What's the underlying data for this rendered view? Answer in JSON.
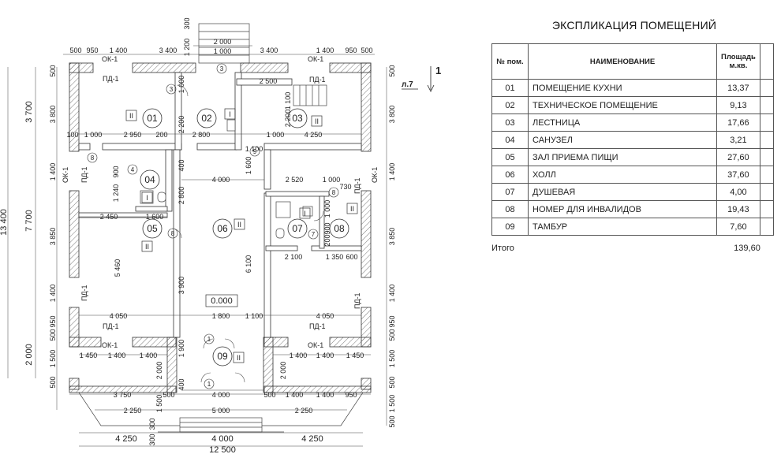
{
  "explication": {
    "title": "ЭКСПЛИКАЦИЯ ПОМЕЩЕНИЙ",
    "col_num": "№ пом.",
    "col_name": "НАИМЕНОВАНИЕ",
    "col_area": "Площадь м.кв.",
    "rows": [
      {
        "num": "01",
        "name": "ПОМЕЩЕНИЕ КУХНИ",
        "area": "13,37"
      },
      {
        "num": "02",
        "name": "ТЕХНИЧЕСКОЕ ПОМЕЩЕНИЕ",
        "area": "9,13"
      },
      {
        "num": "03",
        "name": "ЛЕСТНИЦА",
        "area": "17,66"
      },
      {
        "num": "04",
        "name": "САНУЗЕЛ",
        "area": "3,21"
      },
      {
        "num": "05",
        "name": "ЗАЛ ПРИЕМА ПИЩИ",
        "area": "27,60"
      },
      {
        "num": "06",
        "name": "ХОЛЛ",
        "area": "37,60"
      },
      {
        "num": "07",
        "name": "ДУШЕВАЯ",
        "area": "4,00"
      },
      {
        "num": "08",
        "name": "НОМЕР ДЛЯ ИНВАЛИДОВ",
        "area": "19,43"
      },
      {
        "num": "09",
        "name": "ТАМБУР",
        "area": "7,60"
      }
    ],
    "total_label": "Итого",
    "total_value": "139,60"
  },
  "plan": {
    "rooms": [
      "01",
      "02",
      "03",
      "04",
      "05",
      "06",
      "07",
      "08",
      "09"
    ],
    "level_mark": "0.000",
    "section_mark": "1",
    "sheet_ref": "л.7",
    "window_tag": "ОК-1",
    "door_tag": "ПД-1",
    "class_marks": [
      "II",
      "I",
      "II",
      "I",
      "II",
      "II",
      "I",
      "II",
      "II"
    ],
    "door_marks": [
      "3",
      "3",
      "8",
      "4",
      "8",
      "9",
      "8",
      "7",
      "1",
      "1"
    ],
    "dims_top": [
      "500",
      "950",
      "1 400",
      "3 400",
      "2 000",
      "1 000",
      "3 400",
      "1 400",
      "950",
      "500"
    ],
    "dims_bottom": [
      "4 250",
      "4 000",
      "4 250",
      "12 500",
      "2 250",
      "5 000",
      "2 250",
      "3 750",
      "500",
      "4 000",
      "500",
      "1 400",
      "1 400",
      "950"
    ],
    "dims_left_overall": [
      "13 400",
      "3 700",
      "7 700",
      "2 000"
    ],
    "dims_left_inner": [
      "500",
      "3 800",
      "1 400",
      "3 850",
      "1 400",
      "950",
      "500",
      "1 500",
      "500"
    ],
    "dims_right_inner": [
      "500",
      "3 800",
      "1 400",
      "3 850",
      "1 400",
      "950",
      "500",
      "1 500",
      "500",
      "1 500",
      "500"
    ],
    "dims_interior": [
      "2 950",
      "2 800",
      "4 250",
      "2 450",
      "1 600",
      "4 000",
      "2 520",
      "2 100",
      "1 350",
      "4 050",
      "1 800",
      "4 050",
      "1 450",
      "1 400",
      "1 400",
      "1 400",
      "1 400",
      "1 450",
      "2 500",
      "1 000",
      "1 000",
      "100",
      "200",
      "1 240",
      "900",
      "2 200",
      "2 200",
      "1 100",
      "1 600",
      "2 800",
      "400",
      "1 000",
      "5 460",
      "3 900",
      "6 100",
      "1 100",
      "1 900",
      "2 000",
      "1 000",
      "200",
      "900",
      "730",
      "600",
      "300",
      "1 200",
      "1 100",
      "1 000",
      "400",
      "1 500",
      "2 000",
      "300",
      "300"
    ]
  }
}
